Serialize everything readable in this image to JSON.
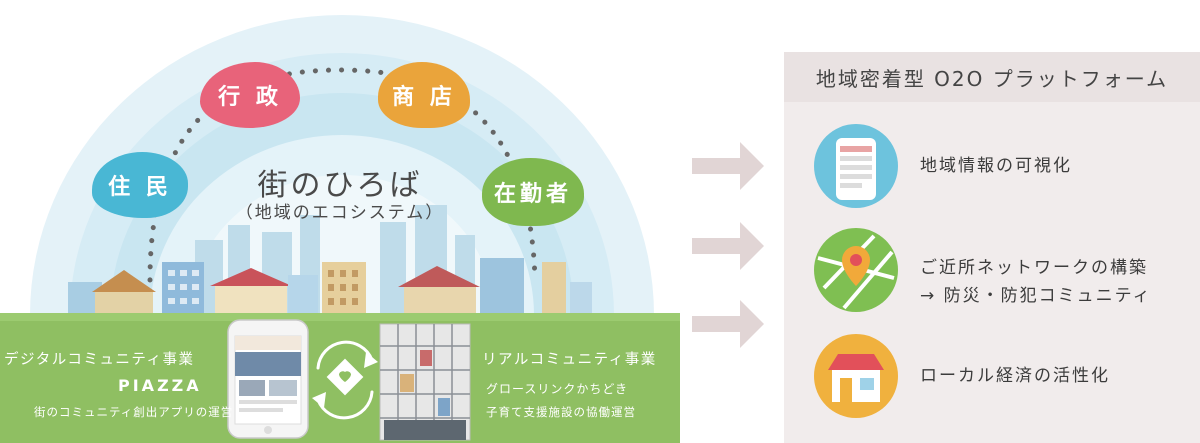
{
  "bubbles": {
    "gyousei": "行 政",
    "shouten": "商 店",
    "juumin": "住 民",
    "zaikinsha": "在勤者"
  },
  "center": {
    "title": "街のひろば",
    "subtitle": "（地域のエコシステム）"
  },
  "digital": {
    "title": "デジタルコミュニティ事業",
    "name": "PIAZZA",
    "desc": "街のコミュニティ創出アプリの運営"
  },
  "real": {
    "title": "リアルコミュニティ事業",
    "name": "グロースリンクかちどき",
    "desc": "子育て支援施設の協働運営"
  },
  "platform": {
    "header": "地域密着型 O2O プラットフォーム",
    "features": [
      {
        "icon": "smartphone-icon",
        "lines": [
          "地域情報の可視化"
        ]
      },
      {
        "icon": "map-pin-icon",
        "lines": [
          "ご近所ネットワークの構築",
          "→ 防災・防犯コミュニティ"
        ]
      },
      {
        "icon": "shop-icon",
        "lines": [
          "ローカル経済の活性化"
        ]
      }
    ]
  },
  "colors": {
    "ground": "#8fbf62",
    "gyousei": "#e8637a",
    "shouten": "#eaa43b",
    "juumin": "#49b7d4",
    "zaikinsha": "#7fb84f",
    "arrow": "#e1d5d5",
    "panel": "#f1ecec"
  }
}
